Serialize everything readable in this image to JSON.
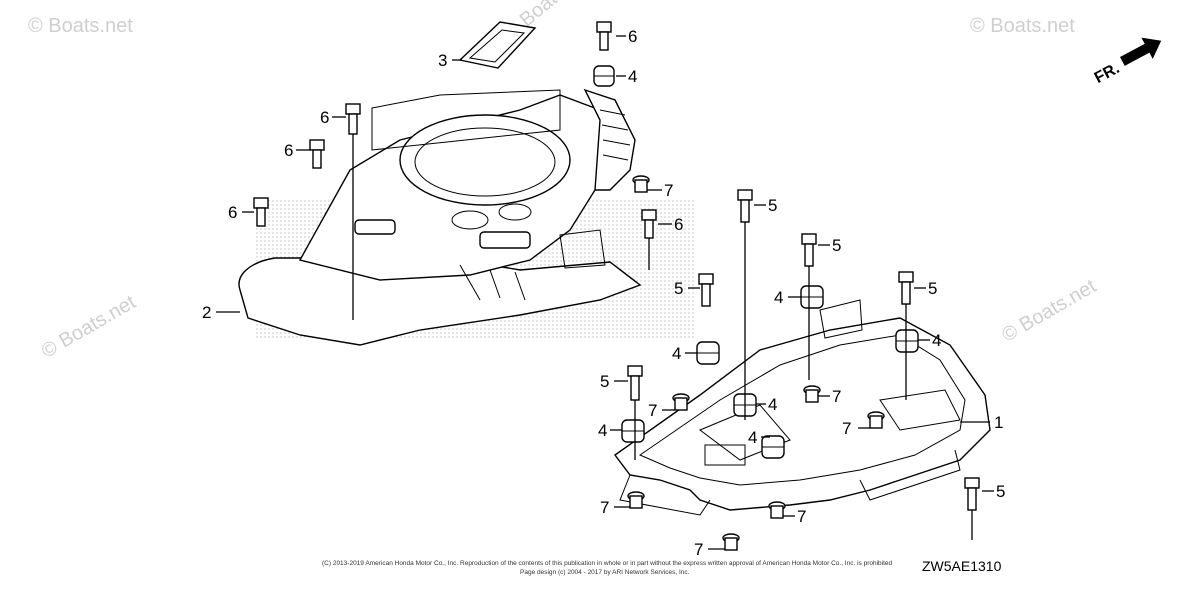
{
  "watermark": "© Boats.net",
  "direction_label": "FR.",
  "diagram_code": "ZW5AE1310",
  "copyright_line1": "(C) 2013-2019 American Honda Motor Co., Inc. Reproduction of the contents of this publication in whole or in part without the express written approval of American Honda Motor Co., Inc. is prohibited",
  "copyright_line2": "Page design (c) 2004 - 2017 by ARI Network Services, Inc.",
  "callouts": {
    "c1": "1",
    "c2": "2",
    "c3": "3",
    "c4a": "4",
    "c4b": "4",
    "c4c": "4",
    "c4d": "4",
    "c4e": "4",
    "c4f": "4",
    "c4g": "4",
    "c5a": "5",
    "c5b": "5",
    "c5c": "5",
    "c5d": "5",
    "c5e": "5",
    "c5f": "5",
    "c6a": "6",
    "c6b": "6",
    "c6c": "6",
    "c6d": "6",
    "c6e": "6",
    "c7a": "7",
    "c7b": "7",
    "c7c": "7",
    "c7d": "7",
    "c7e": "7",
    "c7f": "7",
    "c7g": "7"
  }
}
